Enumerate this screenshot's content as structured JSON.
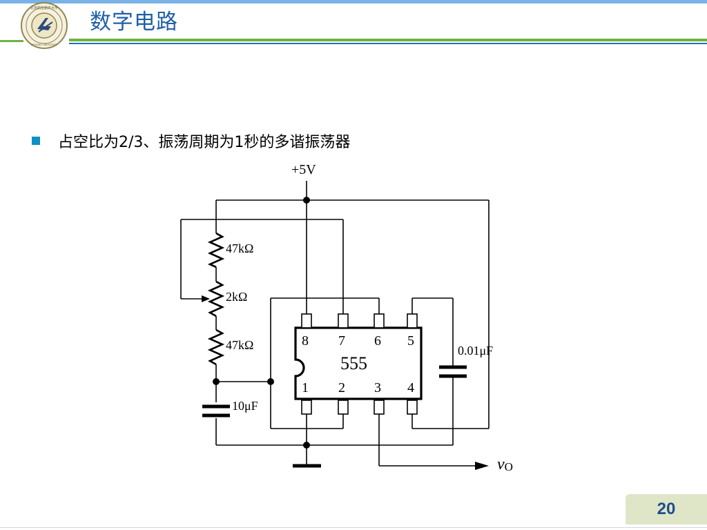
{
  "header": {
    "course_title": "数字电路",
    "emblem_text": "北京航空航天大学 BEIHANG UNIVERSITY 1952",
    "colors": {
      "stripe": "#79b2e6",
      "green": "#6db33f",
      "blue": "#1f6fb2",
      "title": "#1f5fa8"
    }
  },
  "slide": {
    "bullet_text": "占空比为2/3、振荡周期为1秒的多谐振荡器",
    "bullet_color": "#0e8fc6"
  },
  "circuit": {
    "supply_label": "+5V",
    "chip_label": "555",
    "r1_label": "47kΩ",
    "pot_label": "2kΩ",
    "r2_label": "47kΩ",
    "timing_cap_label": "10μF",
    "control_cap_label": "0.01μF",
    "output_label_main": "v",
    "output_label_sub": "O",
    "pins_top": [
      "8",
      "7",
      "6",
      "5"
    ],
    "pins_bottom": [
      "1",
      "2",
      "3",
      "4"
    ]
  },
  "footer": {
    "page_number": "20",
    "badge_color": "#dfe6c8",
    "number_color": "#1f4e8c"
  }
}
